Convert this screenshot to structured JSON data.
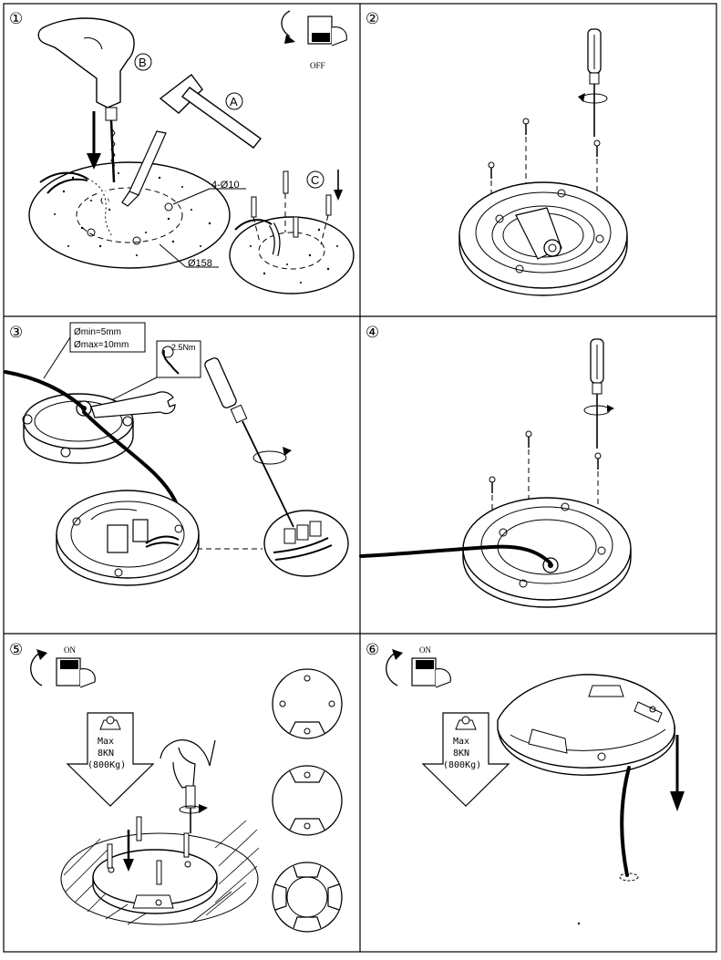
{
  "panels": [
    {
      "number": "①"
    },
    {
      "number": "②"
    },
    {
      "number": "③"
    },
    {
      "number": "④"
    },
    {
      "number": "⑤"
    },
    {
      "number": "⑥"
    }
  ],
  "step1": {
    "tool_b": "B",
    "tool_a": "A",
    "step_c": "C",
    "holes_label": "4-Ø10",
    "diameter_label": "Ø158",
    "switch_label": "OFF"
  },
  "step3": {
    "cable_min": "Ømin=5mm",
    "cable_max": "Ømax=10mm",
    "torque": "2.5Nm"
  },
  "step5": {
    "switch_label": "ON",
    "load_line1": "Max",
    "load_line2": "8KN",
    "load_line3": "(800Kg)"
  },
  "step6": {
    "switch_label": "ON",
    "load_line1": "Max",
    "load_line2": "8KN",
    "load_line3": "(800Kg)"
  }
}
